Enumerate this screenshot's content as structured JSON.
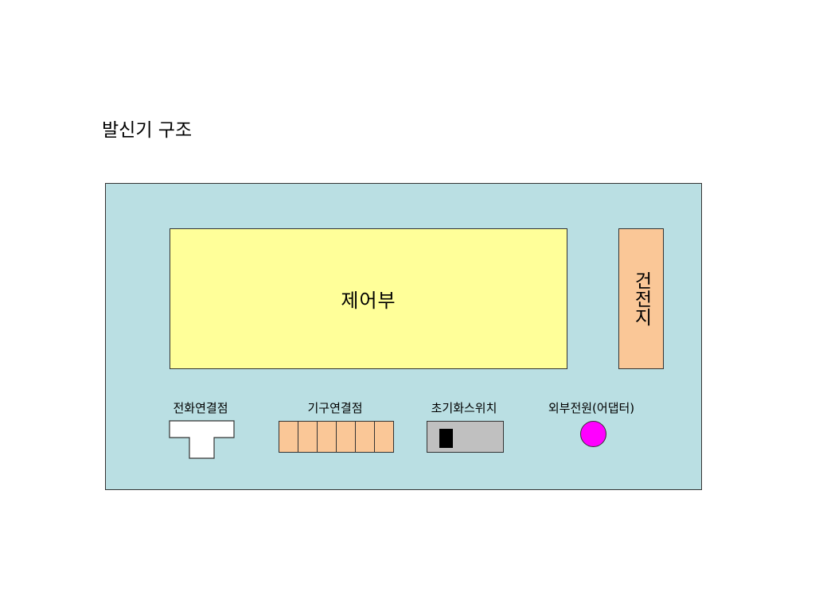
{
  "title": "발신기 구조",
  "colors": {
    "body": "#badfe3",
    "control_unit": "#ffff99",
    "battery": "#fac797",
    "connector": "#fac797",
    "switch": "#c0c0c0",
    "power_jack": "#ff00ff",
    "outline": "#333333"
  },
  "device": {
    "control_unit": {
      "label": "제어부"
    },
    "battery": {
      "label": "건전지"
    },
    "components": [
      {
        "id": "phone_connector",
        "label": "전화연결점"
      },
      {
        "id": "device_connector",
        "label": "기구연결점",
        "pins": 6
      },
      {
        "id": "reset_switch",
        "label": "초기화스위치"
      },
      {
        "id": "external_power",
        "label": "외부전원(어댑터)"
      }
    ]
  }
}
